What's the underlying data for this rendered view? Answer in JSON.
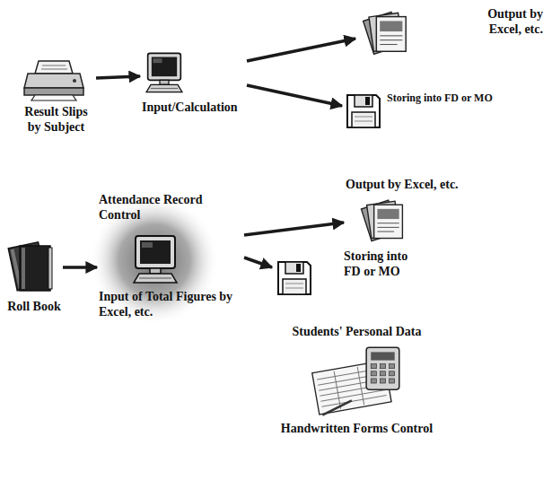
{
  "diagram": {
    "nodes": [
      {
        "text": [
          "Result Slips by Subject"
        ]
      },
      {
        "text": [
          "Input/Calculation"
        ]
      },
      {
        "text": [
          "Output by Excel, etc."
        ]
      },
      {
        "text": [
          "Storing into FD or MO"
        ]
      },
      {
        "text": [
          "Roll Book"
        ]
      },
      {
        "text": [
          "Attendance Record Control",
          "Input of Total Figures by Excel, etc."
        ]
      },
      {
        "text": [
          "Output by Excel, etc."
        ]
      },
      {
        "text": [
          "Storing into FD or MO"
        ]
      },
      {
        "text": [
          "Students' Personal Data",
          "Handwritten Forms Control"
        ]
      }
    ],
    "edges": [
      {
        "from": 0,
        "to": 1,
        "arrow": "to"
      },
      {
        "from": 1,
        "to": 2,
        "arrow": "to"
      },
      {
        "from": 1,
        "to": 3,
        "arrow": "to"
      },
      {
        "from": 4,
        "to": 5,
        "arrow": "to"
      },
      {
        "from": 5,
        "to": 6,
        "arrow": "to"
      },
      {
        "from": 5,
        "to": 7,
        "arrow": "to"
      }
    ]
  }
}
